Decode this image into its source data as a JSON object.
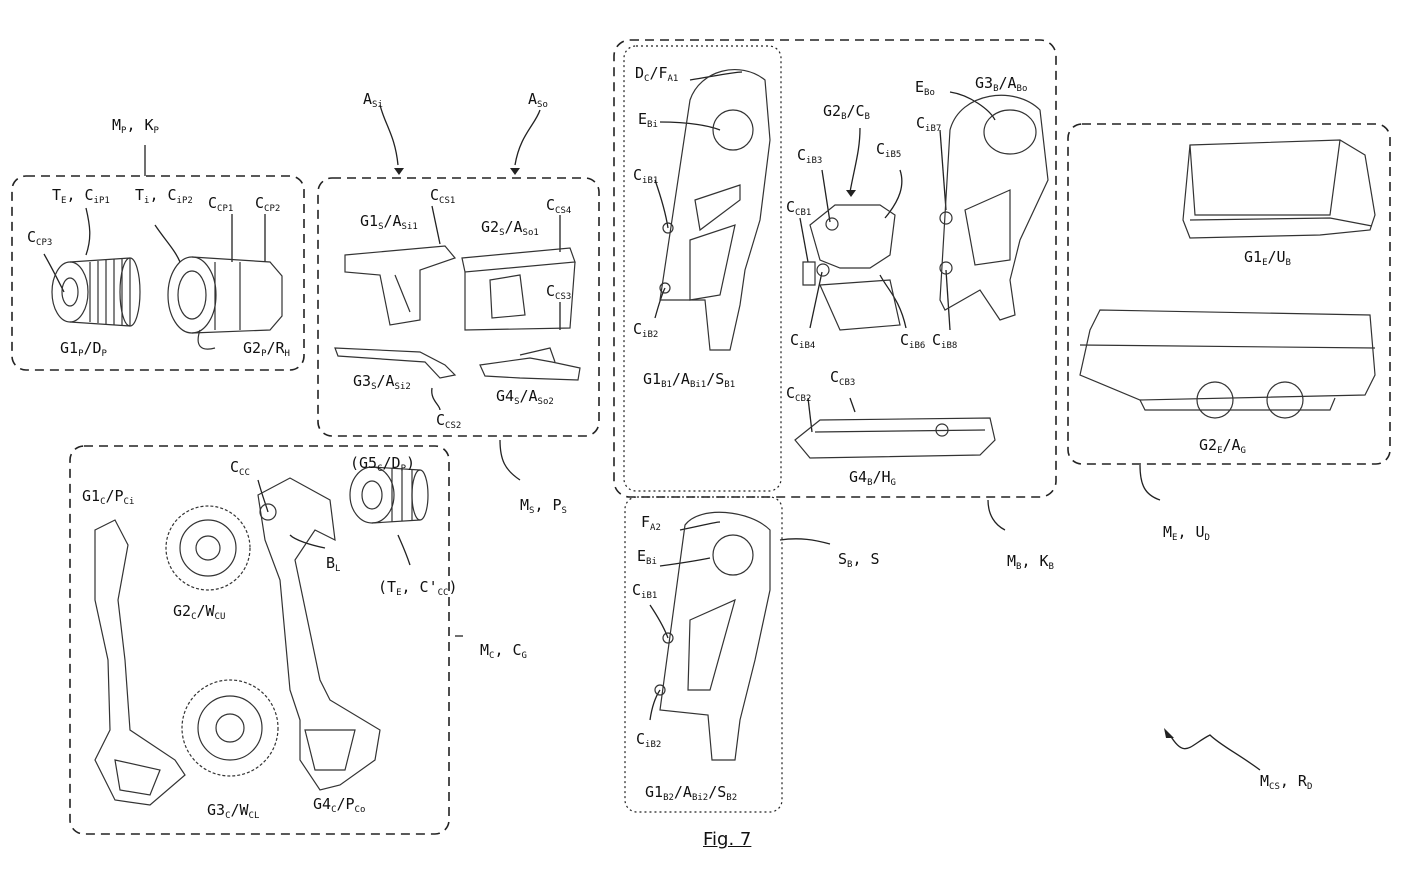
{
  "figure": {
    "caption": "Fig. 7",
    "modules": {
      "MP": {
        "label": "M<sub>P</sub>, K<sub>P</sub>"
      },
      "MS": {
        "label": "M<sub>S</sub>, P<sub>S</sub>"
      },
      "MC": {
        "label": "M<sub>C</sub>, C<sub>G</sub>"
      },
      "MB": {
        "label": "M<sub>B</sub>, K<sub>B</sub>"
      },
      "ME": {
        "label": "M<sub>E</sub>, U<sub>D</sub>"
      },
      "MCS": {
        "label": "M<sub>CS</sub>, R<sub>D</sub>"
      },
      "SB": {
        "label": "S<sub>B</sub>, S"
      }
    },
    "labels": [
      {
        "id": "te-cip1",
        "html": "T<sub>E</sub>, C<sub>iP1</sub>"
      },
      {
        "id": "ti-cip2",
        "html": "T<sub>i</sub>, C<sub>iP2</sub>"
      },
      {
        "id": "ccp1",
        "html": "C<sub>CP1</sub>"
      },
      {
        "id": "ccp2",
        "html": "C<sub>CP2</sub>"
      },
      {
        "id": "ccp3",
        "html": "C<sub>CP3</sub>"
      },
      {
        "id": "g1p",
        "html": "G1<sub>P</sub>/D<sub>P</sub>"
      },
      {
        "id": "g2p",
        "html": "G2<sub>P</sub>/R<sub>H</sub>"
      },
      {
        "id": "asi",
        "html": "A<sub>Si</sub>"
      },
      {
        "id": "aso",
        "html": "A<sub>So</sub>"
      },
      {
        "id": "ccs1",
        "html": "C<sub>CS1</sub>"
      },
      {
        "id": "g1s",
        "html": "G1<sub>S</sub>/A<sub>Si1</sub>"
      },
      {
        "id": "g2s",
        "html": "G2<sub>S</sub>/A<sub>So1</sub>"
      },
      {
        "id": "ccs4",
        "html": "C<sub>CS4</sub>"
      },
      {
        "id": "ccs3",
        "html": "C<sub>CS3</sub>"
      },
      {
        "id": "g3s",
        "html": "G3<sub>S</sub>/A<sub>Si2</sub>"
      },
      {
        "id": "g4s",
        "html": "G4<sub>S</sub>/A<sub>So2</sub>"
      },
      {
        "id": "ccs2",
        "html": "C<sub>CS2</sub>"
      },
      {
        "id": "dc-fa1",
        "html": "D<sub>C</sub>/F<sub>A1</sub>"
      },
      {
        "id": "ebi-1",
        "html": "E<sub>Bi</sub>"
      },
      {
        "id": "cib1-1",
        "html": "C<sub>iB1</sub>"
      },
      {
        "id": "cib2-1",
        "html": "C<sub>iB2</sub>"
      },
      {
        "id": "g1b1",
        "html": "G1<sub>B1</sub>/A<sub>Bi1</sub>/S<sub>B1</sub>"
      },
      {
        "id": "g2b",
        "html": "G2<sub>B</sub>/C<sub>B</sub>"
      },
      {
        "id": "cib3",
        "html": "C<sub>iB3</sub>"
      },
      {
        "id": "cib5",
        "html": "C<sub>iB5</sub>"
      },
      {
        "id": "ccb1",
        "html": "C<sub>CB1</sub>"
      },
      {
        "id": "cib4",
        "html": "C<sub>iB4</sub>"
      },
      {
        "id": "cib6",
        "html": "C<sub>iB6</sub>"
      },
      {
        "id": "ebo",
        "html": "E<sub>Bo</sub>"
      },
      {
        "id": "g3b",
        "html": "G3<sub>B</sub>/A<sub>Bo</sub>"
      },
      {
        "id": "cib7",
        "html": "C<sub>iB7</sub>"
      },
      {
        "id": "cib8",
        "html": "C<sub>iB8</sub>"
      },
      {
        "id": "ccb2",
        "html": "C<sub>CB2</sub>"
      },
      {
        "id": "ccb3",
        "html": "C<sub>CB3</sub>"
      },
      {
        "id": "g4b",
        "html": "G4<sub>B</sub>/H<sub>G</sub>"
      },
      {
        "id": "g1e",
        "html": "G1<sub>E</sub>/U<sub>B</sub>"
      },
      {
        "id": "g2e",
        "html": "G2<sub>E</sub>/A<sub>G</sub>"
      },
      {
        "id": "fa2",
        "html": "F<sub>A2</sub>"
      },
      {
        "id": "ebi-2",
        "html": "E<sub>Bi</sub>"
      },
      {
        "id": "cib1-2",
        "html": "C<sub>iB1</sub>"
      },
      {
        "id": "cib2-2",
        "html": "C<sub>iB2</sub>"
      },
      {
        "id": "g1b2",
        "html": "G1<sub>B2</sub>/A<sub>Bi2</sub>/S<sub>B2</sub>"
      },
      {
        "id": "g1c",
        "html": "G1<sub>C</sub>/P<sub>Ci</sub>"
      },
      {
        "id": "ccc",
        "html": "C<sub>CC</sub>"
      },
      {
        "id": "g5c",
        "html": "(G5<sub>C</sub>/D<sub>P</sub>)"
      },
      {
        "id": "bl",
        "html": "B<sub>L</sub>"
      },
      {
        "id": "te-ccc",
        "html": "(T<sub>E</sub>, C'<sub>CC</sub>)"
      },
      {
        "id": "g2c",
        "html": "G2<sub>C</sub>/W<sub>CU</sub>"
      },
      {
        "id": "g3c",
        "html": "G3<sub>C</sub>/W<sub>CL</sub>"
      },
      {
        "id": "g4c",
        "html": "G4<sub>C</sub>/P<sub>Co</sub>"
      }
    ]
  }
}
